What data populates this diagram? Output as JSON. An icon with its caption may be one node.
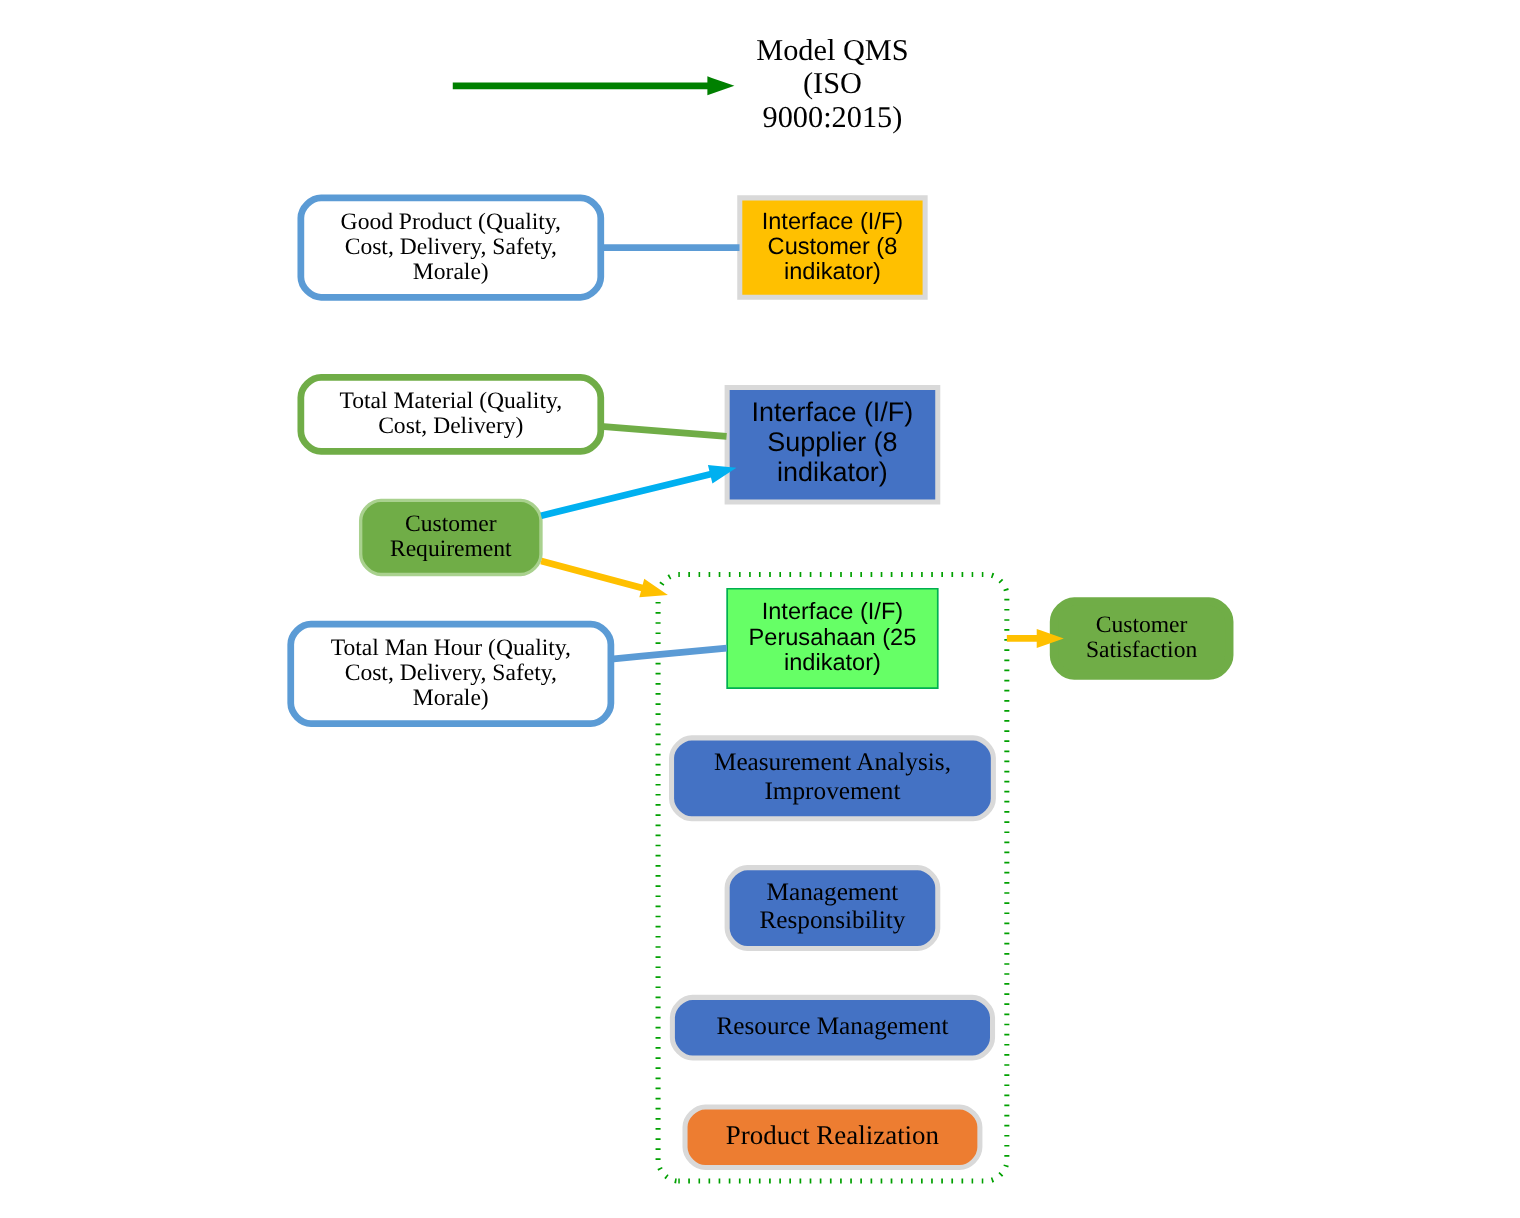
{
  "diagram": {
    "nodes": [
      {
        "text": [
          "Total Material (Quality, Cost, Delivery)"
        ]
      },
      {
        "text": [
          "Total Man Hour (Quality, Cost, Delivery, Safety, Morale)"
        ]
      },
      {
        "text": [
          "Good Product (Quality, Cost, Delivery, Safety, Morale)"
        ]
      },
      {
        "text": [
          "Interface (I/F) Supplier (8 indikator)"
        ]
      },
      {
        "text": [],
        "shape": "box"
      },
      {
        "text": [
          "Interface (I/F) Perusahaan (25 indikator)"
        ],
        "in": 4
      },
      {
        "text": [
          "Interface (I/F) Customer (8 indikator)"
        ]
      },
      {
        "text": [
          "Measurement Analysis, Improvement"
        ],
        "in": 4
      },
      {
        "text": [
          "Management Responsibility"
        ],
        "in": 4
      },
      {
        "text": [
          "Resource Management"
        ],
        "in": 4
      },
      {
        "text": [
          "Product Realization"
        ],
        "in": 4
      },
      {
        "text": [
          "Customer Requirement"
        ]
      },
      {
        "text": [
          "Customer Satisfaction"
        ]
      },
      {
        "text": [
          "Model QMS (ISO 9000:2015)"
        ]
      }
    ],
    "edges": [
      {
        "from": 0,
        "to": 3,
        "arrow": "none",
        "color": "#70ad47"
      },
      {
        "from": 1,
        "to": 5,
        "arrow": "none",
        "color": "#5b9bd5"
      },
      {
        "from": 2,
        "to": 6,
        "arrow": "none",
        "color": "#5b9bd5"
      },
      {
        "from": 11,
        "to": 3,
        "arrow": "to",
        "color": "#00b0f0"
      },
      {
        "from": 11,
        "to": 4,
        "arrow": "to",
        "color": "#ffc000"
      },
      {
        "from": 4,
        "to": 12,
        "arrow": "to",
        "color": "#ffc000"
      },
      {
        "from": null,
        "to": 13,
        "arrow": "to",
        "color": "#008000"
      }
    ]
  }
}
